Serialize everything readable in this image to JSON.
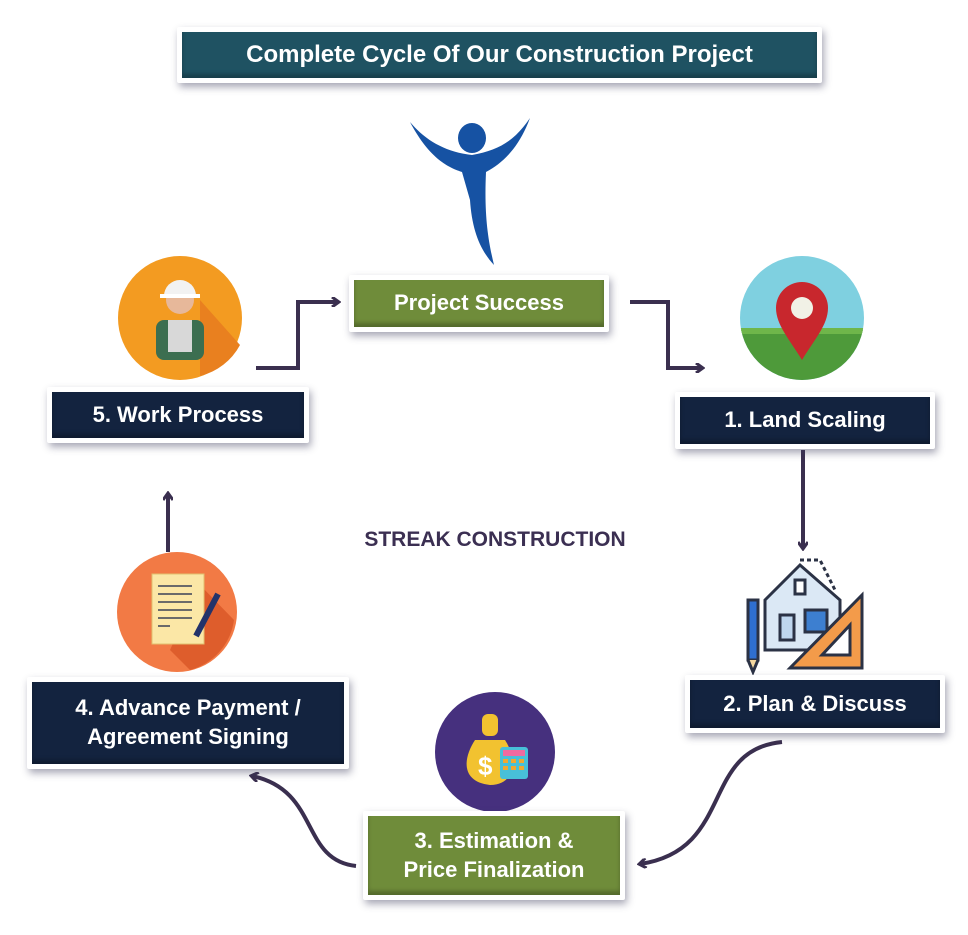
{
  "title": "Complete Cycle Of Our Construction Project",
  "center_label": "STREAK CONSTRUCTION",
  "steps": {
    "success": "Project  Success",
    "step1": "1. Land Scaling",
    "step2": "2. Plan & Discuss",
    "step3_line1": "3. Estimation &",
    "step3_line2": "Price Finalization",
    "step4_line1": "4. Advance Payment /",
    "step4_line2": "Agreement  Signing",
    "step5": "5. Work  Process"
  },
  "colors": {
    "navy": "#13233f",
    "green": "#6f8c3a",
    "teal": "#1f5262",
    "arrow": "#3a2f4f"
  }
}
